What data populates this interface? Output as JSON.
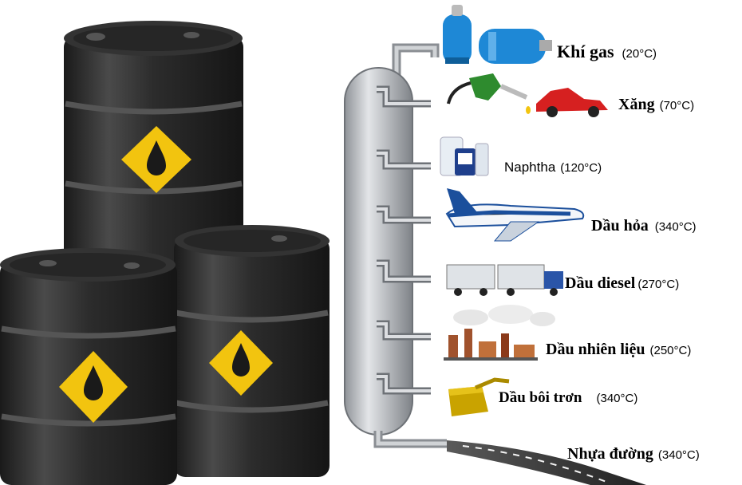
{
  "products": [
    {
      "name": "Khí gas",
      "temp": "(20°C)",
      "icon": "gas-cylinder-icon"
    },
    {
      "name": "Xăng",
      "temp": "(70°C)",
      "icon": "fuel-nozzle-car-icon"
    },
    {
      "name": "Naphtha",
      "temp": "(120°C)",
      "icon": "chemical-bottles-icon"
    },
    {
      "name": "Dầu hỏa",
      "temp": "(340°C)",
      "icon": "airplane-icon"
    },
    {
      "name": "Dầu diesel",
      "temp": "(270°C)",
      "icon": "truck-icon"
    },
    {
      "name": "Dầu nhiên liệu",
      "temp": "(250°C)",
      "icon": "factory-icon"
    },
    {
      "name": "Dầu bôi trơn",
      "temp": "(340°C)",
      "icon": "oil-can-icon"
    },
    {
      "name": "Nhựa đường",
      "temp": "(340°C)",
      "icon": "road-icon"
    }
  ],
  "colors": {
    "barrel": "#2b2b2b",
    "barrel_highlight": "#5a5a5a",
    "warning_diamond": "#f2c40f",
    "column": "#b9bcc0",
    "pipe": "#a9adb2",
    "gas_cylinder": "#1e88d6",
    "car": "#d62020",
    "nozzle": "#2e8b2e",
    "airplane": "#1b4f9c"
  }
}
